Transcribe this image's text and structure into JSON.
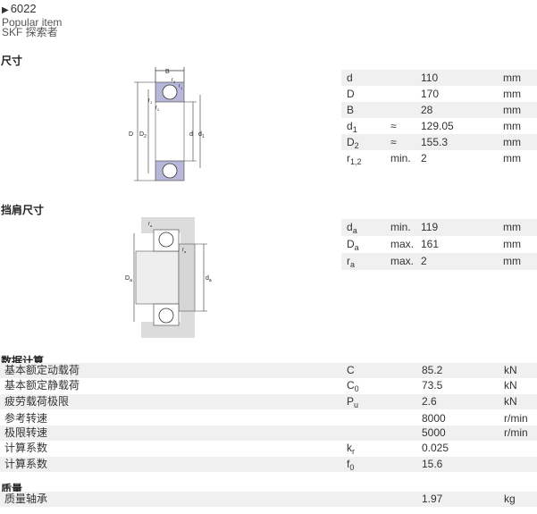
{
  "header": {
    "model": "6022",
    "popular": "Popular item",
    "explorer": "SKF 探索者"
  },
  "sections": {
    "dimensions": "尺寸",
    "abutment": "挡肩尺寸",
    "calc": "数据计算",
    "mass": "质量"
  },
  "diagram1": {
    "B": "B",
    "r2": "r",
    "r2sub": "2",
    "r1": "r",
    "r1sub": "1",
    "r1b": "r",
    "r1bsub": "1",
    "r2b": "r",
    "r2bsub": "2",
    "D": "D",
    "D2": "D",
    "D2sub": "2",
    "d": "d",
    "d1": "d",
    "d1sub": "1"
  },
  "diagram2": {
    "ra_top": "r",
    "ra_top_sub": "a",
    "ra_in": "r",
    "ra_in_sub": "a",
    "Da": "D",
    "Da_sub": "a",
    "da": "d",
    "da_sub": "a"
  },
  "dimensions": [
    {
      "sym": "d",
      "sub": "",
      "q": "",
      "val": "110",
      "unit": "mm"
    },
    {
      "sym": "D",
      "sub": "",
      "q": "",
      "val": "170",
      "unit": "mm"
    },
    {
      "sym": "B",
      "sub": "",
      "q": "",
      "val": "28",
      "unit": "mm"
    },
    {
      "sym": "d",
      "sub": "1",
      "q": "≈",
      "val": "129.05",
      "unit": "mm"
    },
    {
      "sym": "D",
      "sub": "2",
      "q": "≈",
      "val": "155.3",
      "unit": "mm"
    },
    {
      "sym": "r",
      "sub": "1,2",
      "q": "min.",
      "val": "2",
      "unit": "mm"
    }
  ],
  "abutment": [
    {
      "sym": "d",
      "sub": "a",
      "q": "min.",
      "val": "119",
      "unit": "mm"
    },
    {
      "sym": "D",
      "sub": "a",
      "q": "max.",
      "val": "161",
      "unit": "mm"
    },
    {
      "sym": "r",
      "sub": "a",
      "q": "max.",
      "val": "2",
      "unit": "mm"
    }
  ],
  "calc": [
    {
      "label": "基本额定动载荷",
      "sym": "C",
      "sub": "",
      "val": "85.2",
      "unit": "kN"
    },
    {
      "label": "基本额定静载荷",
      "sym": "C",
      "sub": "0",
      "val": "73.5",
      "unit": "kN"
    },
    {
      "label": "疲劳载荷极限",
      "sym": "P",
      "sub": "u",
      "val": "2.6",
      "unit": "kN"
    },
    {
      "label": "参考转速",
      "sym": "",
      "sub": "",
      "val": "8000",
      "unit": "r/min"
    },
    {
      "label": "极限转速",
      "sym": "",
      "sub": "",
      "val": "5000",
      "unit": "r/min"
    },
    {
      "label": "计算系数",
      "sym": "k",
      "sub": "r",
      "val": "0.025",
      "unit": ""
    },
    {
      "label": "计算系数",
      "sym": "f",
      "sub": "0",
      "val": "15.6",
      "unit": ""
    }
  ],
  "mass": [
    {
      "label": "质量轴承",
      "val": "1.97",
      "unit": "kg"
    }
  ]
}
